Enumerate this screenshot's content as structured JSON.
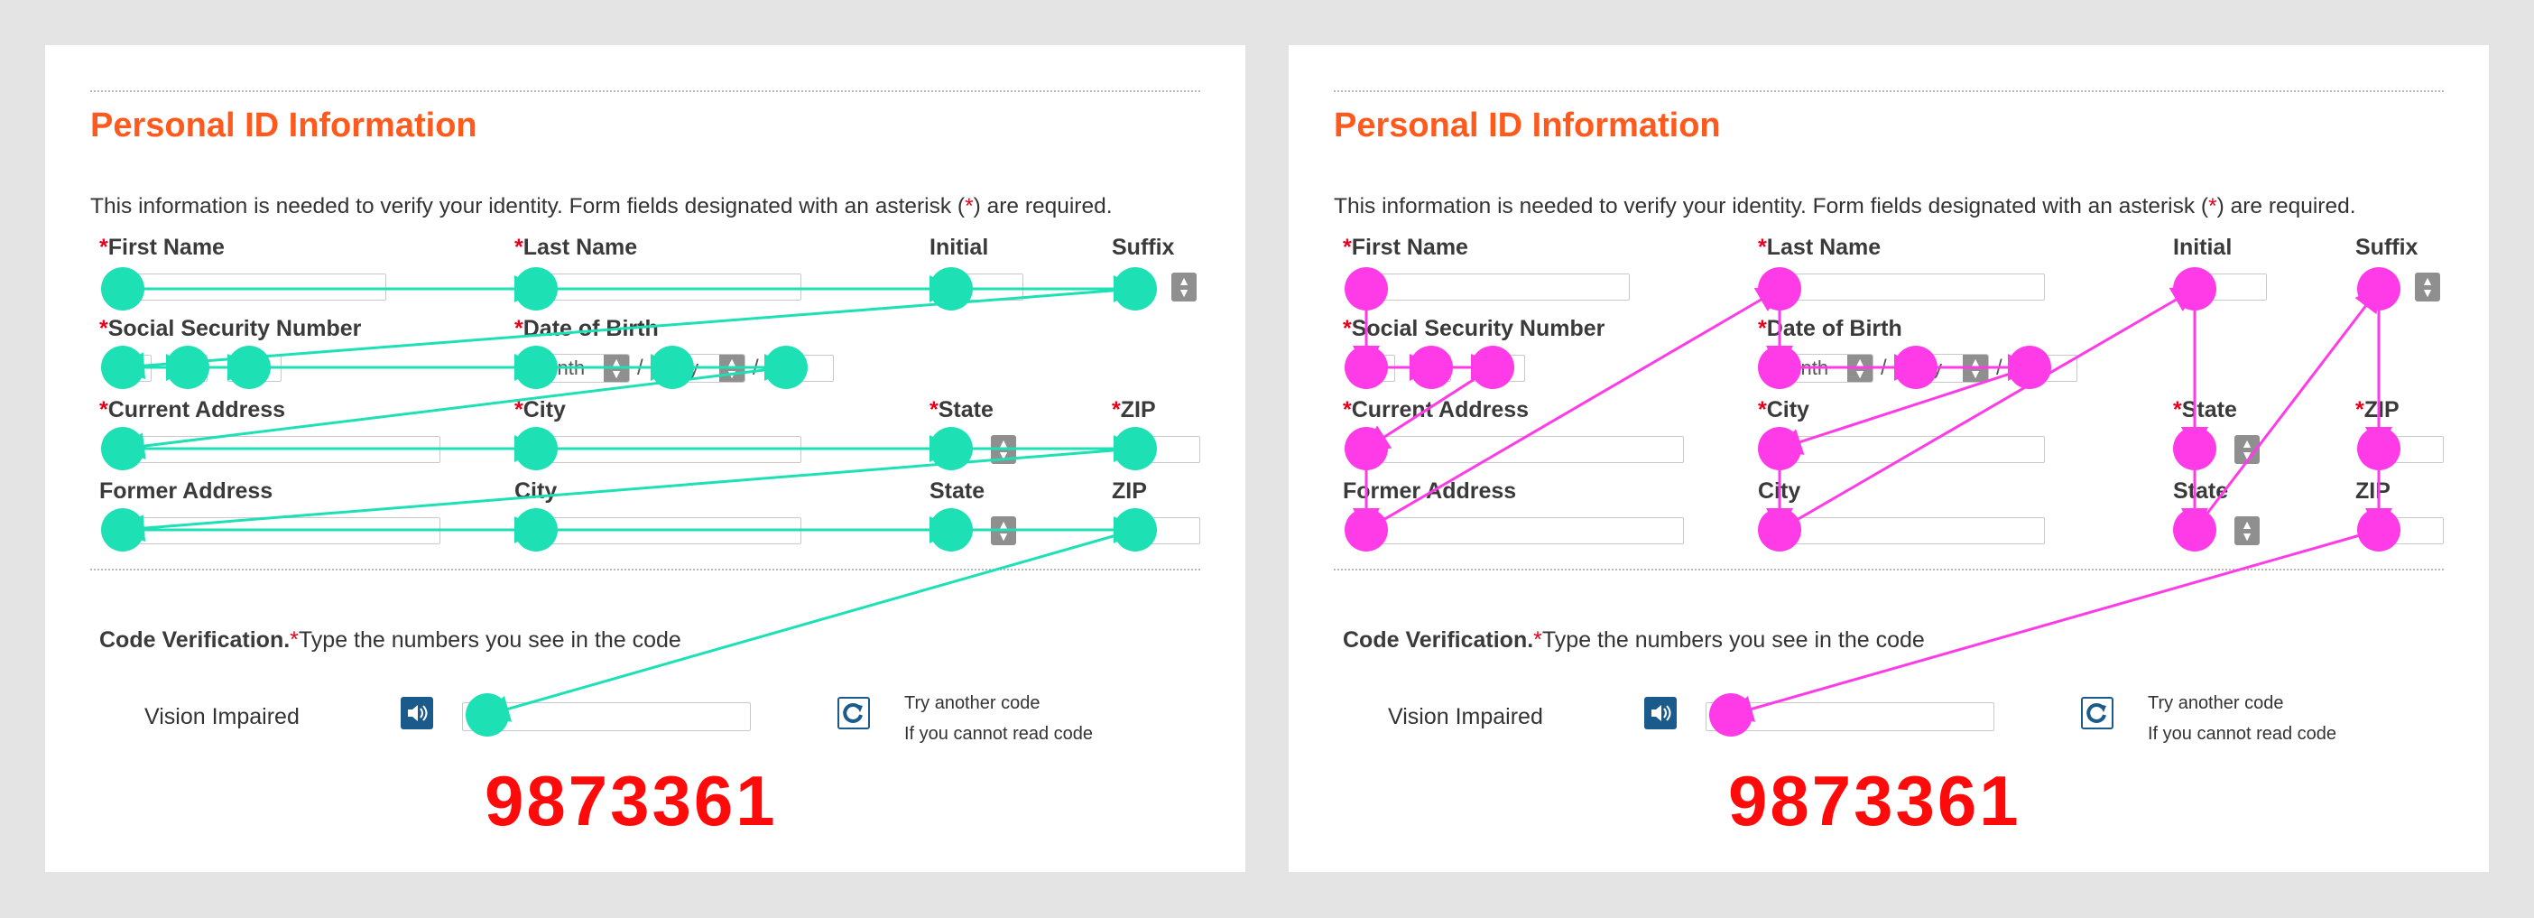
{
  "form": {
    "title": "Personal ID Information",
    "intro_before": "This information is needed to verify your identity. Form fields designated with an asterisk (",
    "intro_star": "*",
    "intro_after": ") are required.",
    "required_mark": "*",
    "labels": {
      "first_name": "First Name",
      "last_name": "Last Name",
      "initial": "Initial",
      "suffix": "Suffix",
      "ssn": "Social Security Number",
      "dob": "Date of Birth",
      "current_address": "Current Address",
      "city": "City",
      "state": "State",
      "zip": "ZIP",
      "former_address": "Former Address",
      "former_city": "City",
      "former_state": "State",
      "former_zip": "ZIP"
    },
    "dob_month": "Month",
    "dob_day": "Day",
    "dob_separator": "/",
    "code_verification_label": "Code Verification.",
    "code_verification_star": "*",
    "code_verification_text": "Type the numbers you see in the code",
    "vision_impaired": "Vision Impaired",
    "try_another": "Try another code",
    "cannot_read": "If you cannot read code",
    "captcha_code": "9873361"
  },
  "overlays": {
    "left": {
      "color": "#1ee0b5"
    },
    "right": {
      "color": "#ff3be8"
    }
  },
  "icons": {
    "audio": "speaker-icon",
    "refresh": "refresh-icon",
    "spinner": "select-spinner-icon"
  }
}
